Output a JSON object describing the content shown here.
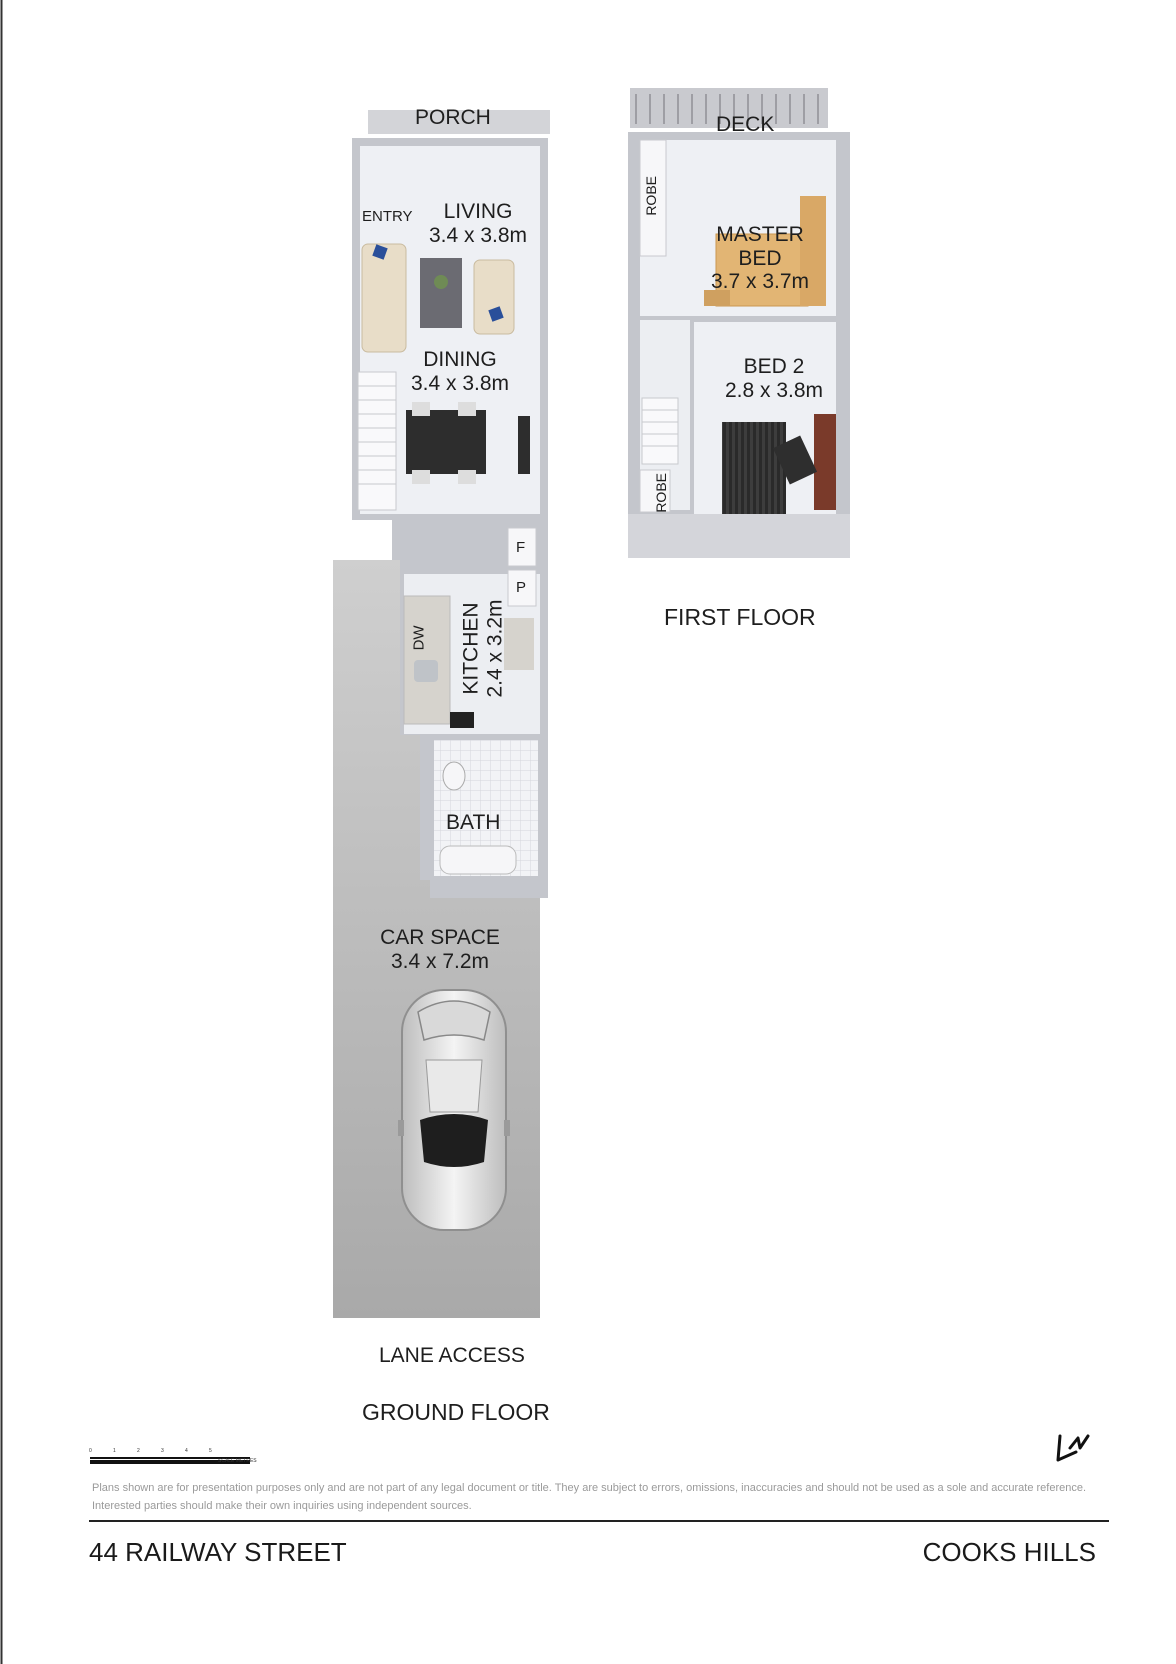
{
  "labels": {
    "porch": "PORCH",
    "deck": "DECK",
    "entry": "ENTRY",
    "living": {
      "name": "LIVING",
      "dims": "3.4 x 3.8m"
    },
    "dining": {
      "name": "DINING",
      "dims": "3.4 x 3.8m"
    },
    "kitchen": {
      "name": "KITCHEN",
      "dims": "2.4 x 3.2m"
    },
    "dishwasher": "DW",
    "fridge": "F",
    "pantry": "P",
    "bath": "BATH",
    "car_space": {
      "name": "CAR SPACE",
      "dims": "3.4 x 7.2m"
    },
    "lane_access": "LANE ACCESS",
    "ground_floor": "GROUND FLOOR",
    "master_bed": {
      "name1": "MASTER",
      "name2": "BED",
      "dims": "3.7 x 3.7m"
    },
    "bed2": {
      "name": "BED 2",
      "dims": "2.8 x 3.8m"
    },
    "robe_master": "ROBE",
    "robe_bed2": "ROBE",
    "first_floor": "FIRST FLOOR"
  },
  "scale_bar": {
    "ticks": [
      "0",
      "1",
      "2",
      "3",
      "4",
      "5"
    ],
    "caption": "SCALE METRES"
  },
  "footer": {
    "disclaimer": "Plans shown are for presentation purposes only and are not part of any legal document or title. They are subject to errors, omissions, inaccuracies and should not be used as a sole and accurate reference. Interested parties should make their own inquiries using independent sources.",
    "address": "44 RAILWAY STREET",
    "suburb": "COOKS HILLS"
  },
  "icons": {
    "north": "north-arrow-icon"
  }
}
